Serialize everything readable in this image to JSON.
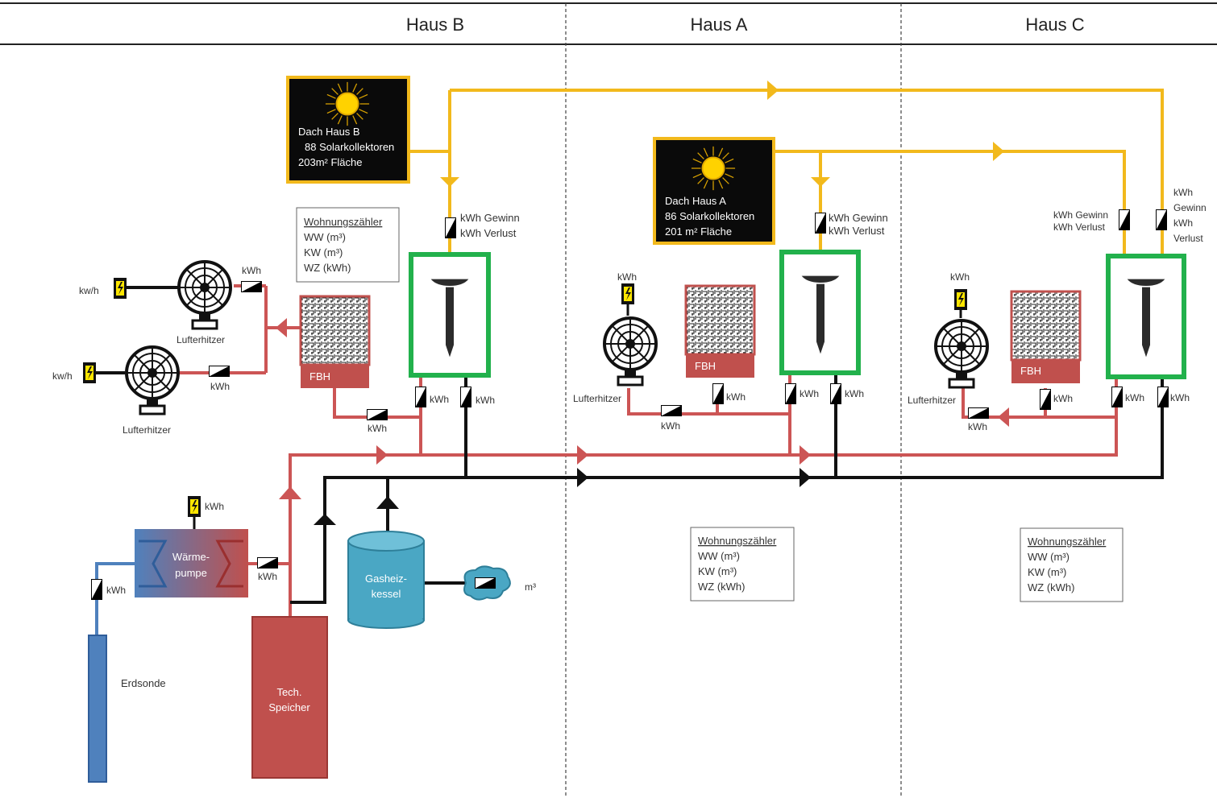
{
  "header": {
    "haus_b": "Haus B",
    "haus_a": "Haus A",
    "haus_c": "Haus C"
  },
  "solar": {
    "b": {
      "line1": "Dach Haus B",
      "line2": "88 Solarkollektoren",
      "line3": "203m² Fläche"
    },
    "a": {
      "line1": "Dach Haus A",
      "line2": "86 Solarkollektoren",
      "line3": "201 m² Fläche"
    }
  },
  "meters": {
    "gewinn_verlust": {
      "gewinn": "kWh Gewinn",
      "verlust": "kWh Verlust"
    },
    "c_right": {
      "l1": "kWh",
      "l2": "Gewinn",
      "l3": "kWh",
      "l4": "Verlust"
    },
    "kwh": "kWh",
    "kwh_lower": "kw/h",
    "m3": "m³"
  },
  "wohnungszaehler": {
    "title": "Wohnungszähler",
    "ww": "WW (m³)",
    "kw": "KW (m³)",
    "wz": "WZ (kWh)"
  },
  "devices": {
    "lufterhitzer": "Lufterhitzer",
    "fbh": "FBH",
    "waermepumpe_1": "Wärme-",
    "waermepumpe_2": "pumpe",
    "gas_1": "Gasheiz-",
    "gas_2": "kessel",
    "speicher_1": "Tech.",
    "speicher_2": "Speicher",
    "erdsonde": "Erdsonde"
  },
  "colors": {
    "solar": "#f2b91c",
    "heating": "#cc5555",
    "return": "#111111",
    "green_frame": "#22b14c",
    "tank_red": "#c0504d",
    "gas_blue": "#4aa7c4",
    "probe_blue": "#4f81bd"
  }
}
